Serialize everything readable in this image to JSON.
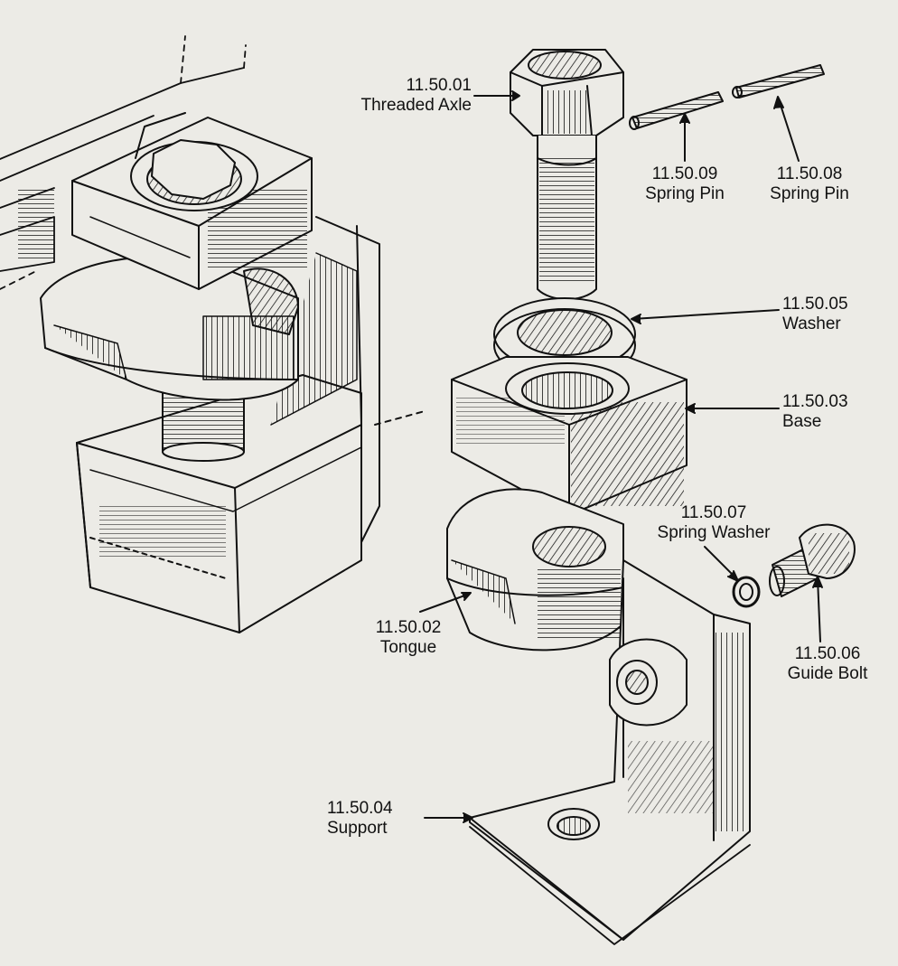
{
  "colors": {
    "paper": "#ecebe6",
    "ink": "#111111"
  },
  "parts": [
    {
      "key": "threaded_axle",
      "number": "11.50.01",
      "name": "Threaded Axle"
    },
    {
      "key": "spring_pin_09",
      "number": "11.50.09",
      "name": "Spring Pin"
    },
    {
      "key": "spring_pin_08",
      "number": "11.50.08",
      "name": "Spring Pin"
    },
    {
      "key": "washer",
      "number": "11.50.05",
      "name": "Washer"
    },
    {
      "key": "base",
      "number": "11.50.03",
      "name": "Base"
    },
    {
      "key": "spring_washer",
      "number": "11.50.07",
      "name": "Spring Washer"
    },
    {
      "key": "tongue",
      "number": "11.50.02",
      "name": "Tongue"
    },
    {
      "key": "guide_bolt",
      "number": "11.50.06",
      "name": "Guide Bolt"
    },
    {
      "key": "support",
      "number": "11.50.04",
      "name": "Support"
    }
  ]
}
